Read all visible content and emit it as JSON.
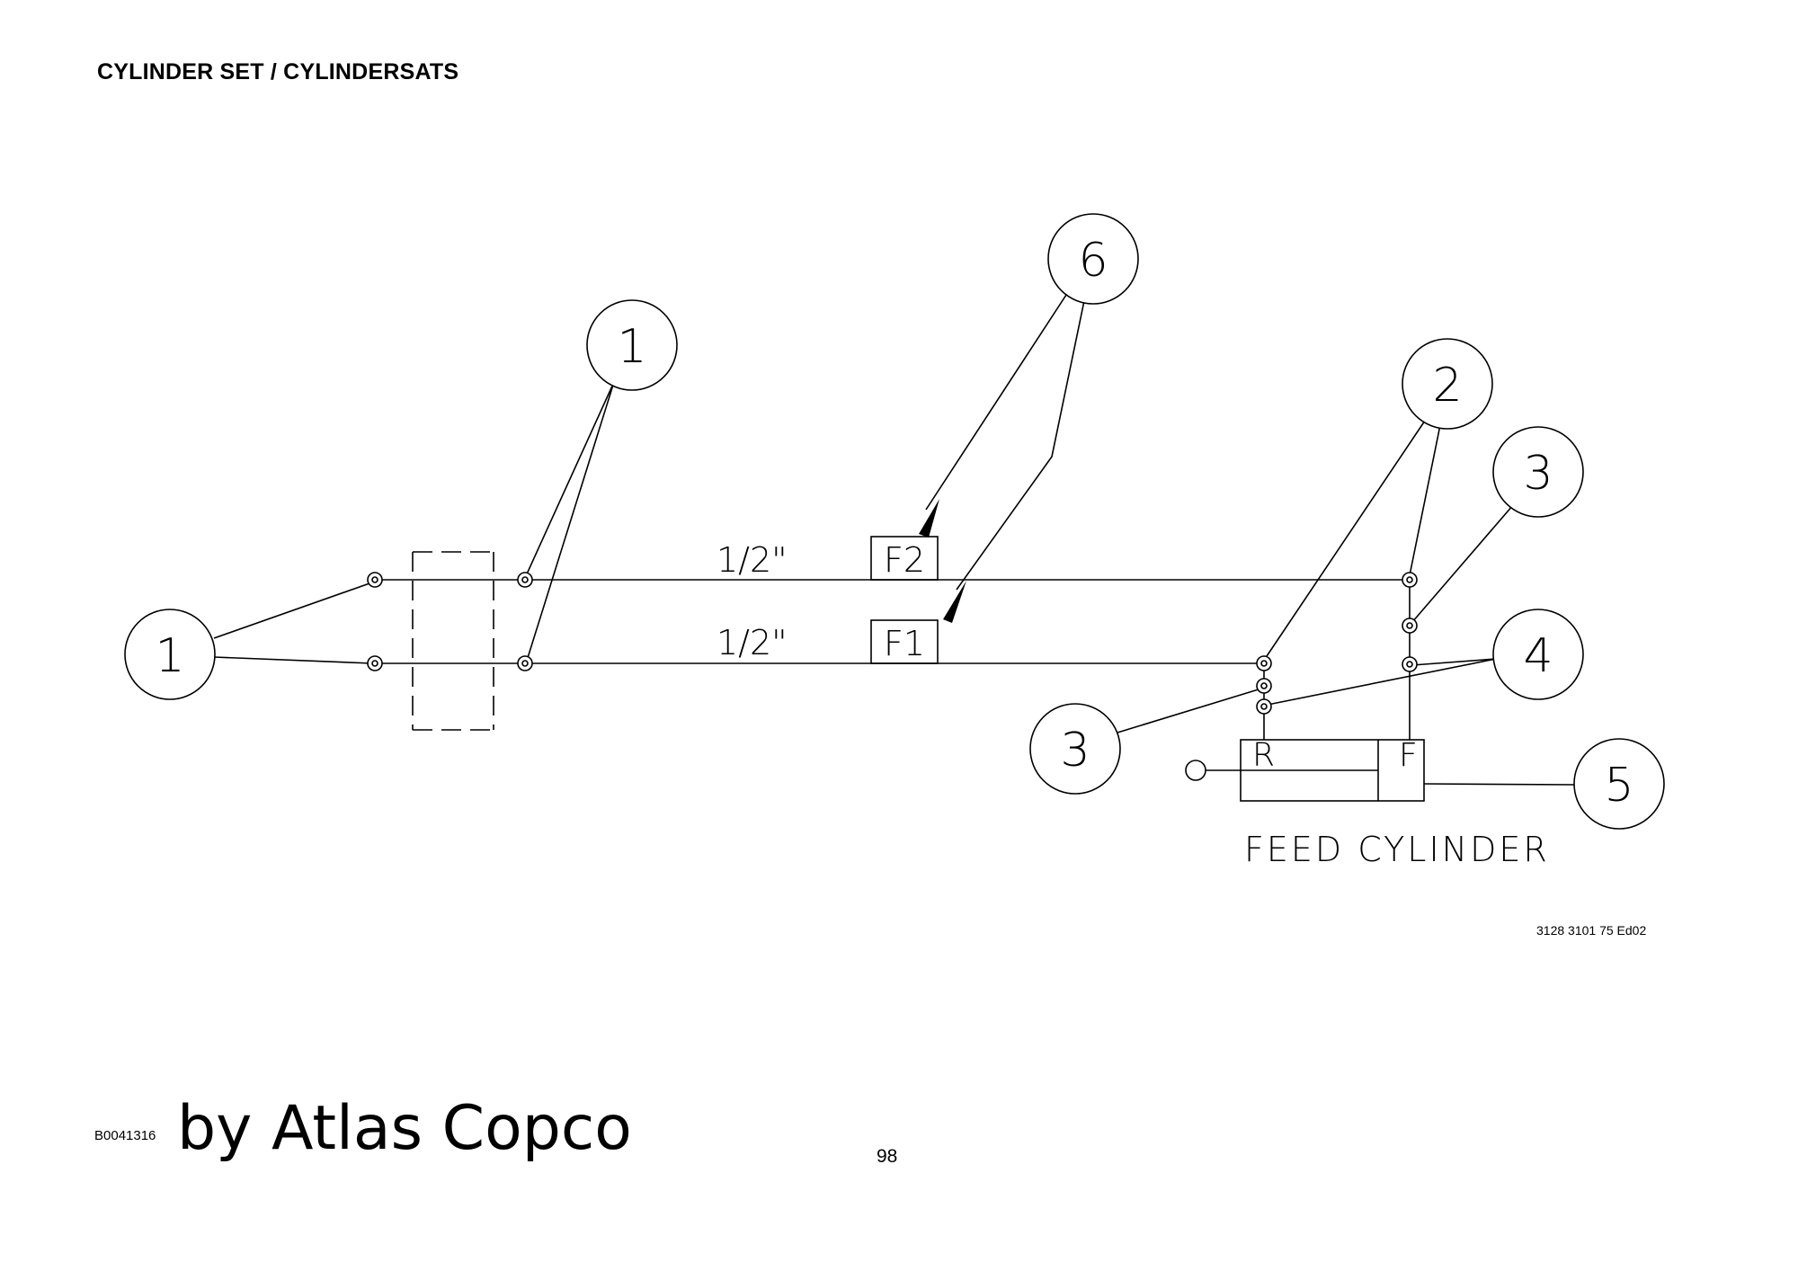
{
  "header": {
    "title": "CYLINDER SET / CYLINDERSATS"
  },
  "diagram": {
    "callouts": [
      "1",
      "1",
      "6",
      "2",
      "3",
      "4",
      "3",
      "5"
    ],
    "pipe_sizes": [
      "1/2\"",
      "1/2\""
    ],
    "filters": [
      "F2",
      "F1"
    ],
    "ports": [
      "R",
      "F"
    ],
    "cylinder_label": "FEED CYLINDER"
  },
  "footer": {
    "doc_number": "3128 3101 75 Ed02",
    "image_code": "B0041316",
    "brand": "by Atlas Copco",
    "page_number": "98"
  }
}
